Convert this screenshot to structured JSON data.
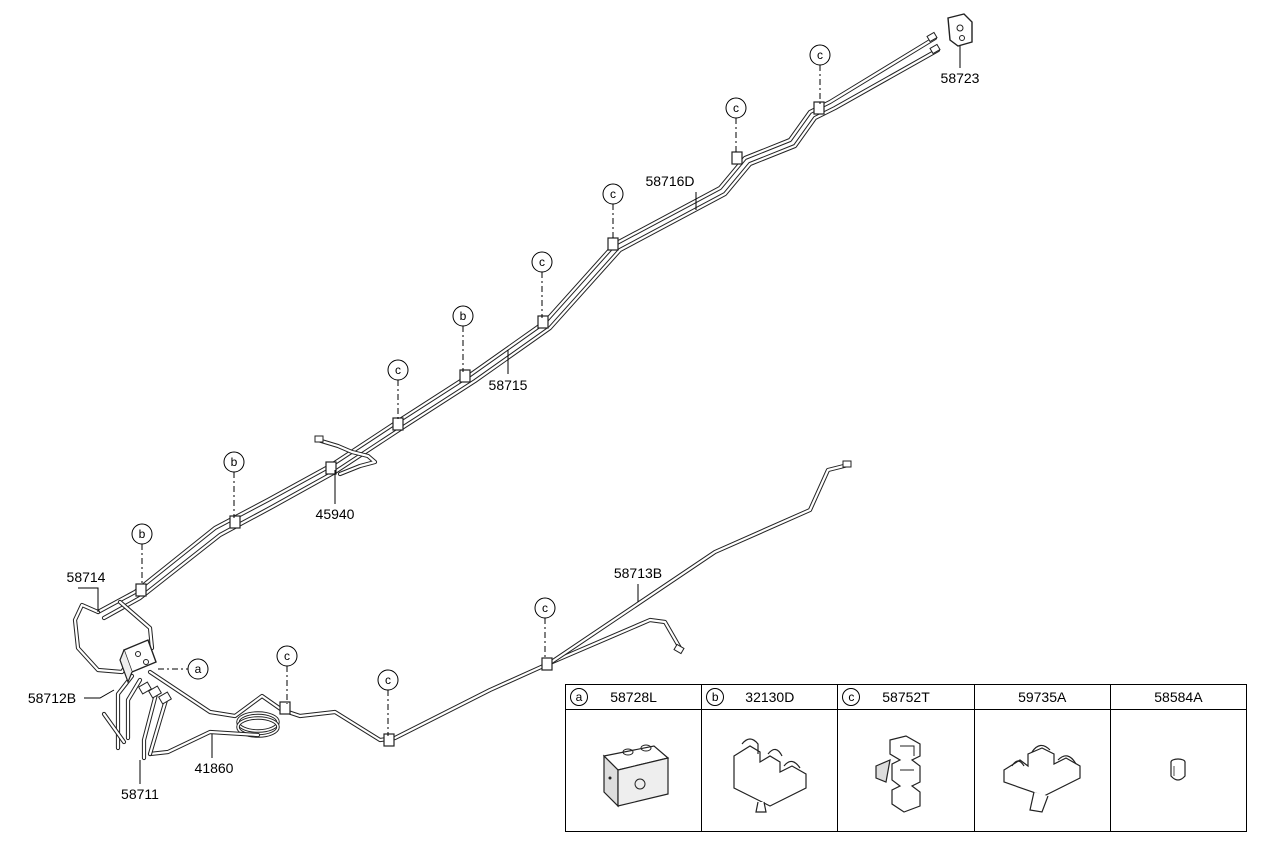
{
  "callouts": {
    "c58723": "58723",
    "c58716D": "58716D",
    "c58715": "58715",
    "c45940": "45940",
    "c58714": "58714",
    "c58713B": "58713B",
    "c58712B": "58712B",
    "c58711": "58711",
    "c41860": "41860"
  },
  "circle_markers": {
    "a": "a",
    "b": "b",
    "c": "c"
  },
  "parts_table": {
    "columns": [
      {
        "letter": "a",
        "part_number": "58728L",
        "icon": "block-icon"
      },
      {
        "letter": "b",
        "part_number": "32130D",
        "icon": "pipe-clip-icon"
      },
      {
        "letter": "c",
        "part_number": "58752T",
        "icon": "pipe-clip-icon"
      },
      {
        "letter": "",
        "part_number": "59735A",
        "icon": "pipe-clip-icon"
      },
      {
        "letter": "",
        "part_number": "58584A",
        "icon": "plug-icon"
      }
    ]
  }
}
